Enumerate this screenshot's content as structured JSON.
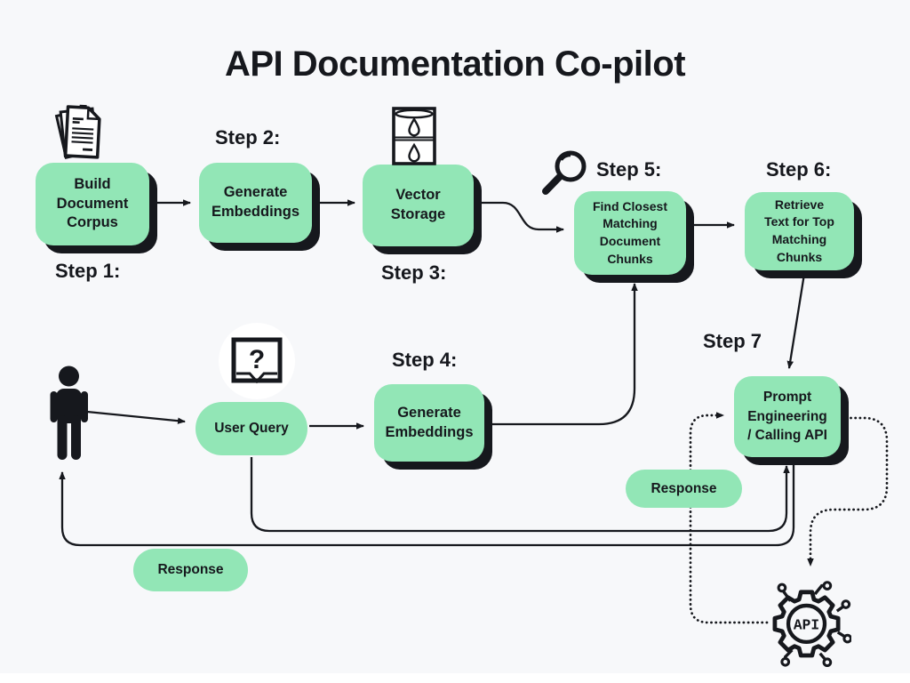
{
  "title": "API Documentation Co-pilot",
  "steps": {
    "step1": {
      "label": "Step 1:",
      "box": "Build\nDocument\nCorpus"
    },
    "step2": {
      "label": "Step 2:",
      "box": "Generate\nEmbeddings"
    },
    "step3": {
      "label": "Step 3:",
      "box": "Vector\nStorage"
    },
    "step4": {
      "label": "Step 4:",
      "box": "Generate\nEmbeddings"
    },
    "step5": {
      "label": "Step 5:",
      "box": "Find Closest\nMatching\nDocument\nChunks"
    },
    "step6": {
      "label": "Step 6:",
      "box": "Retrieve\nText for Top\nMatching\nChunks"
    },
    "step7": {
      "label": "Step 7",
      "box": "Prompt\nEngineering\n/ Calling API"
    }
  },
  "nodes": {
    "user_query": "User Query",
    "response_left": "Response",
    "response_right": "Response"
  },
  "icons": {
    "api_label": "API",
    "question_mark": "?"
  },
  "colors": {
    "background": "#f7f8fa",
    "node_green": "#92e6b6",
    "ink": "#16181d"
  }
}
